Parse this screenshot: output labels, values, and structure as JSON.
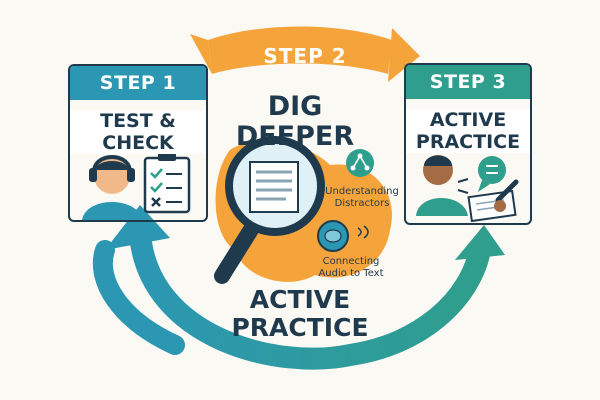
{
  "step1": {
    "label": "STEP 1",
    "title_line1": "TEST &",
    "title_line2": "CHECK"
  },
  "step2": {
    "label": "STEP 2",
    "title_line1": "DIG",
    "title_line2": "DEEPER"
  },
  "step3": {
    "label": "STEP 3",
    "title_line1": "ACTIVE",
    "title_line2": "PRACTICE"
  },
  "center": {
    "note_top_line1": "Understanding",
    "note_top_line2": "Distractors",
    "note_bottom_line1": "Connecting",
    "note_bottom_line2": "Audio to Text",
    "bottom_line1": "ACTIVE",
    "bottom_line2": "PRACTICE"
  },
  "colors": {
    "teal_blue": "#2c97b3",
    "teal_green": "#2f9e8c",
    "orange": "#f4a43a",
    "navy": "#1f3a4d"
  },
  "icons": [
    "headphones-person-icon",
    "checklist-clipboard-icon",
    "magnifying-glass-icon",
    "network-nodes-icon",
    "brain-icon",
    "speaking-person-icon",
    "speech-bubble-icon",
    "writing-hand-icon"
  ]
}
